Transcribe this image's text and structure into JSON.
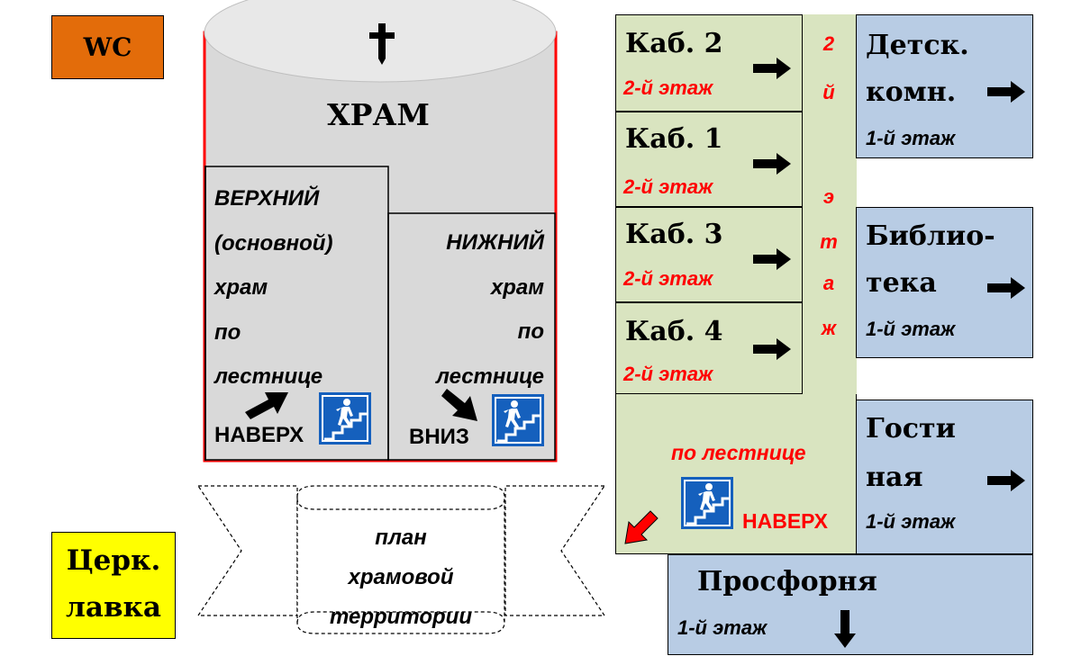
{
  "wc": {
    "label": "WC",
    "color": "#e36c0a"
  },
  "temple": {
    "title": "ХРАМ",
    "cross_icon": "cross-icon",
    "upper": {
      "lines": [
        "ВЕРХНИЙ",
        "(основной)",
        "храм",
        "по",
        "лестнице"
      ],
      "action": "НАВЕРХ"
    },
    "lower": {
      "lines": [
        "НИЖНИЙ",
        "храм",
        "по",
        "лестнице"
      ],
      "action": "ВНИЗ"
    },
    "fill": "#d9d9d9",
    "border": "#ff0000"
  },
  "offices": [
    {
      "name": "Каб. 2",
      "floor": "2-й этаж"
    },
    {
      "name": "Каб. 1",
      "floor": "2-й этаж"
    },
    {
      "name": "Каб. 3",
      "floor": "2-й этаж"
    },
    {
      "name": "Каб. 4",
      "floor": "2-й этаж"
    }
  ],
  "corridor": {
    "vertical_label": [
      "2",
      "й",
      "э",
      "т",
      "а",
      "ж"
    ],
    "stairs_text": "по лестнице",
    "stairs_action": "НАВЕРХ"
  },
  "rooms": [
    {
      "name_lines": [
        "Детск.",
        "комн."
      ],
      "floor": "1-й этаж"
    },
    {
      "name_lines": [
        "Библио-",
        "тека"
      ],
      "floor": "1-й этаж"
    },
    {
      "name_lines": [
        "Гости",
        "ная"
      ],
      "floor": "1-й этаж"
    }
  ],
  "prosphora": {
    "name": "Просфорня",
    "floor": "1-й этаж"
  },
  "shop": {
    "lines": [
      "Церк.",
      "лавка"
    ],
    "color": "#ffff00"
  },
  "banner": {
    "lines": [
      "план",
      "храмовой",
      "территории"
    ]
  },
  "colors": {
    "green": "#d9e4c0",
    "blue": "#b8cce4",
    "red": "#ff0000"
  }
}
